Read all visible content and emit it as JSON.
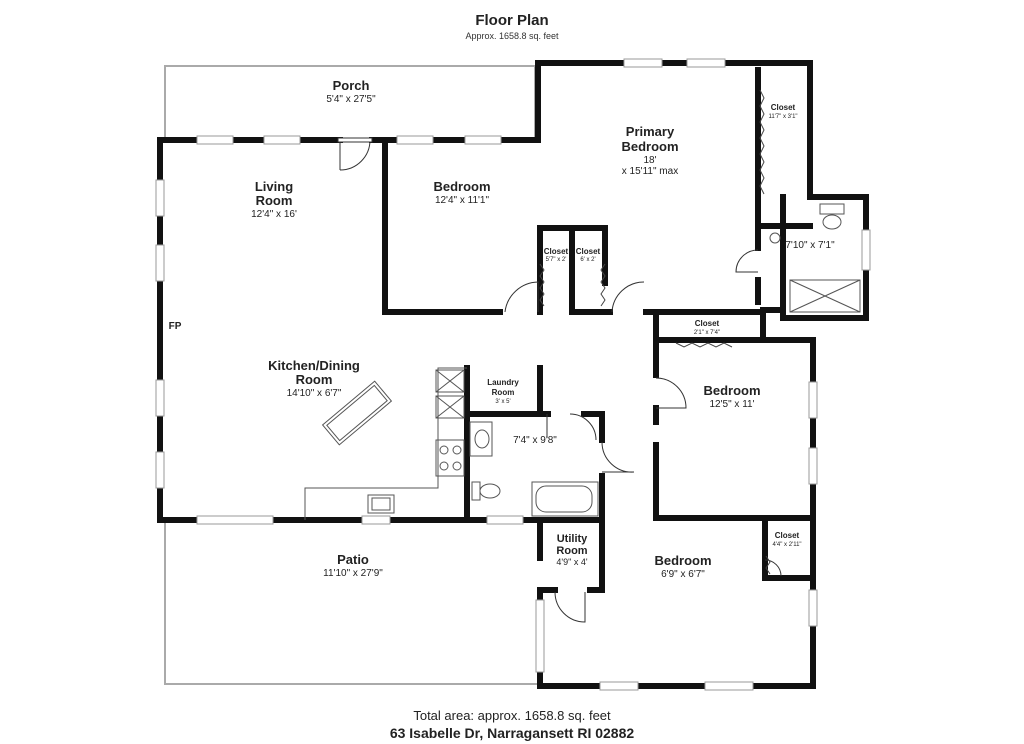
{
  "header": {
    "title": "Floor Plan",
    "subtitle": "Approx. 1658.8 sq. feet"
  },
  "rooms": {
    "porch": {
      "name": "Porch",
      "dims": "5'4\" x 27'5\""
    },
    "primary_bedroom": {
      "name_line1": "Primary",
      "name_line2": "Bedroom",
      "dims_line1": "18'",
      "dims_line2": "x 15'11\" max"
    },
    "primary_closet": {
      "name": "Closet",
      "dims": "11'7\" x 3'1\""
    },
    "living_room": {
      "name_line1": "Living",
      "name_line2": "Room",
      "dims": "12'4\" x 16'"
    },
    "bedroom_front": {
      "name": "Bedroom",
      "dims": "12'4\" x 11'1\""
    },
    "closet_a": {
      "name": "Closet",
      "dims": "5'7\" x 2'"
    },
    "closet_b": {
      "name": "Closet",
      "dims": "6' x 2'"
    },
    "primary_bath": {
      "dims": "7'10\" x 7'1\""
    },
    "fireplace": {
      "label": "FP"
    },
    "hall_closet": {
      "name": "Closet",
      "dims": "2'1\" x 7'4\""
    },
    "kitchen_dining": {
      "name_line1": "Kitchen/Dining",
      "name_line2": "Room",
      "dims": "14'10\" x 6'7\""
    },
    "laundry": {
      "name_line1": "Laundry",
      "name_line2": "Room",
      "dims": "3' x 5'"
    },
    "bedroom_right": {
      "name": "Bedroom",
      "dims": "12'5\" x 11'"
    },
    "main_bath": {
      "dims": "7'4\" x 9'8\""
    },
    "patio": {
      "name": "Patio",
      "dims": "11'10\" x 27'9\""
    },
    "utility": {
      "name_line1": "Utility",
      "name_line2": "Room",
      "dims": "4'9\" x 4'"
    },
    "bedroom_small": {
      "name": "Bedroom",
      "dims": "6'9\" x 6'7\""
    },
    "small_closet": {
      "name": "Closet",
      "dims": "4'4\" x 2'11\""
    }
  },
  "footer": {
    "total_area": "Total area: approx. 1658.8 sq. feet",
    "address": "63 Isabelle Dr, Narragansett RI 02882"
  },
  "colors": {
    "wall": "#111111",
    "window": "#9a9a9a",
    "fixture": "#555555",
    "background": "#ffffff"
  }
}
